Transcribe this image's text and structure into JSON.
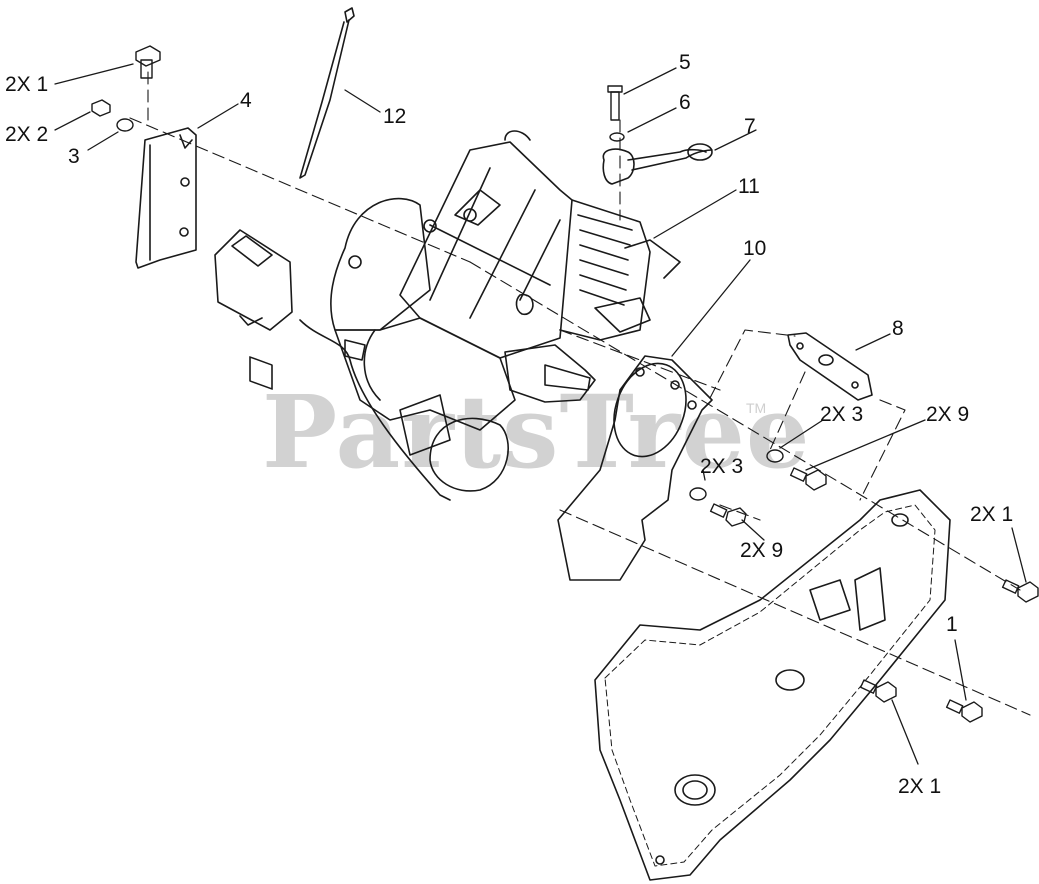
{
  "watermark": {
    "text": "PartsTree",
    "trademark": "TM"
  },
  "callouts": [
    {
      "id": "c-2x1-top-left",
      "text": "2X 1"
    },
    {
      "id": "c-2x2",
      "text": "2X 2"
    },
    {
      "id": "c-3-left",
      "text": "3"
    },
    {
      "id": "c-4",
      "text": "4"
    },
    {
      "id": "c-12",
      "text": "12"
    },
    {
      "id": "c-5",
      "text": "5"
    },
    {
      "id": "c-6",
      "text": "6"
    },
    {
      "id": "c-7",
      "text": "7"
    },
    {
      "id": "c-11",
      "text": "11"
    },
    {
      "id": "c-10",
      "text": "10"
    },
    {
      "id": "c-8",
      "text": "8"
    },
    {
      "id": "c-2x3-upper",
      "text": "2X 3"
    },
    {
      "id": "c-2x9-upper",
      "text": "2X 9"
    },
    {
      "id": "c-2x3-lower",
      "text": "2X 3"
    },
    {
      "id": "c-2x9-lower",
      "text": "2X 9"
    },
    {
      "id": "c-2x1-right",
      "text": "2X 1"
    },
    {
      "id": "c-1",
      "text": "1"
    },
    {
      "id": "c-2x1-bottom",
      "text": "2X 1"
    }
  ],
  "colors": {
    "line": "#1a1a1a",
    "watermark": "#d2d2d2"
  }
}
